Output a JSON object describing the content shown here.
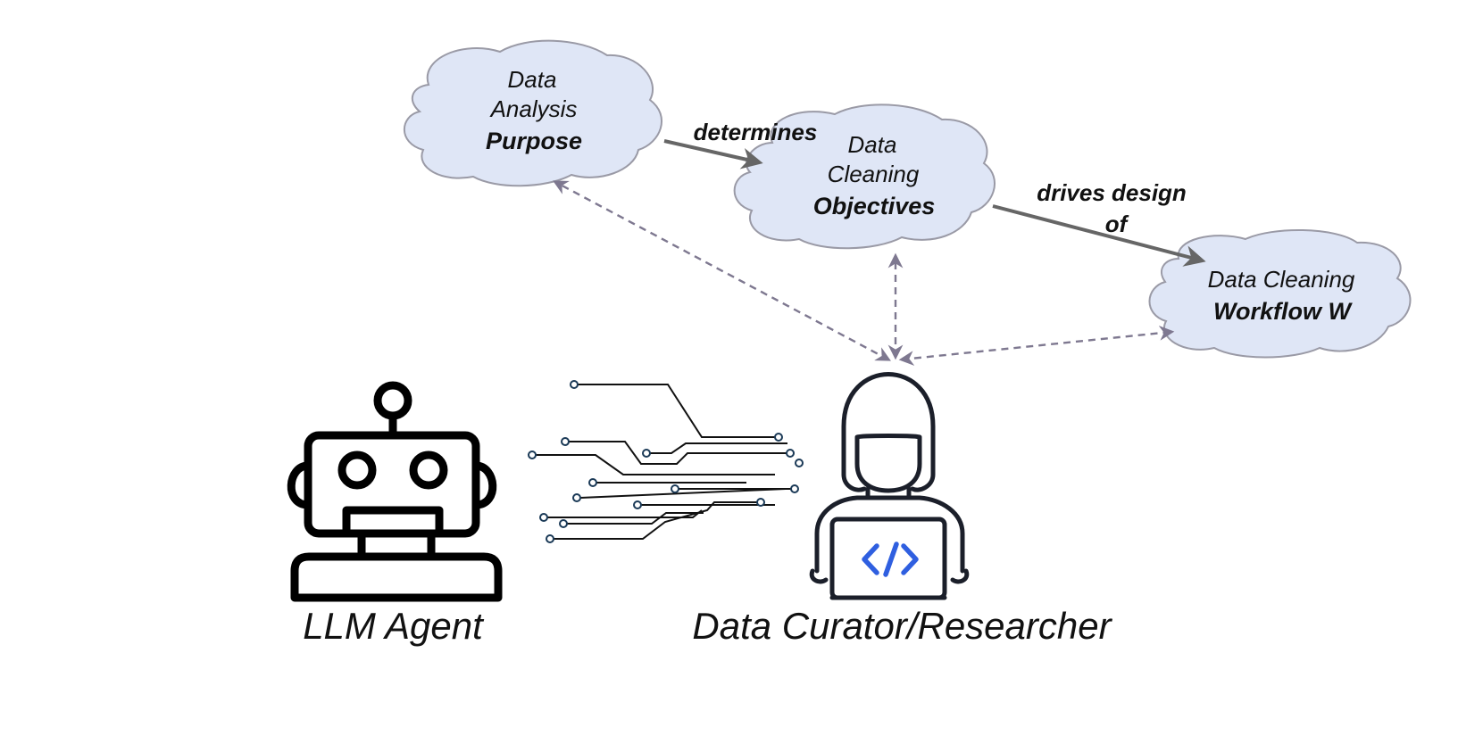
{
  "nodes": {
    "purpose": {
      "line1": "Data",
      "line2": "Analysis",
      "bold": "Purpose"
    },
    "objectives": {
      "line1": "Data",
      "line2": "Cleaning",
      "bold": "Objectives"
    },
    "workflow": {
      "line1": "Data Cleaning",
      "bold": "Workflow W"
    }
  },
  "edges": {
    "determines": "determines",
    "drives_line1": "drives design",
    "drives_line2": "of"
  },
  "actors": {
    "agent": "LLM Agent",
    "curator": "Data Curator/Researcher"
  },
  "icons": {
    "agent": "robot-icon",
    "circuit": "circuit-lines-icon",
    "curator": "person-with-laptop-icon",
    "code": "code-brackets-icon"
  },
  "colors": {
    "cloud_fill": "#dfe6f6",
    "cloud_stroke": "#9a9aa6",
    "solid_arrow": "#666666",
    "dashed_arrow": "#7e7890",
    "code_blue": "#2f5fe0",
    "icon_stroke": "#1b1f2a"
  }
}
